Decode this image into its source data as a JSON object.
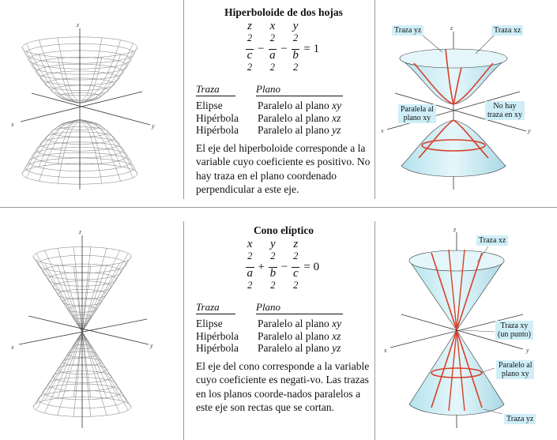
{
  "sections": [
    {
      "title": "Hiperboloide de dos hojas",
      "equation": {
        "t1_num": "z",
        "t1_den": "c",
        "t2_num": "x",
        "t2_den": "a",
        "t3_num": "y",
        "t3_den": "b",
        "exp": "2",
        "op1": "−",
        "op2": "−",
        "rhs": "= 1"
      },
      "trace_header": {
        "col1": "Traza",
        "col2": "Plano"
      },
      "traces": [
        {
          "trace": "Elipse",
          "plane": "Paralelo al plano",
          "var": "xy"
        },
        {
          "trace": "Hipérbola",
          "plane": "Paralelo al plano",
          "var": "xz"
        },
        {
          "trace": "Hipérbola",
          "plane": "Paralelo al plano",
          "var": "yz"
        }
      ],
      "description": "El eje del hiperboloide corresponde a la variable cuyo coeficiente es positivo. No hay traza en el plano coordenado perpendicular a este eje.",
      "axes": {
        "x": "x",
        "y": "y",
        "z": "z"
      },
      "callouts": {
        "yz": "Traza yz",
        "xz": "Traza xz",
        "parallel_xy_1": "Paralela al",
        "parallel_xy_2": "plano xy",
        "notrace_1": "No hay",
        "notrace_2": "traza en xy"
      }
    },
    {
      "title": "Cono elíptico",
      "equation": {
        "t1_num": "x",
        "t1_den": "a",
        "t2_num": "y",
        "t2_den": "b",
        "t3_num": "z",
        "t3_den": "c",
        "exp": "2",
        "op1": "+",
        "op2": "−",
        "rhs": "= 0"
      },
      "trace_header": {
        "col1": "Traza",
        "col2": "Plano"
      },
      "traces": [
        {
          "trace": "Elipse",
          "plane": "Paralelo al plano",
          "var": "xy"
        },
        {
          "trace": "Hipérbola",
          "plane": "Paralelo al plano",
          "var": "xz"
        },
        {
          "trace": "Hipérbola",
          "plane": "Paralelo al plano",
          "var": "yz"
        }
      ],
      "description": "El eje del cono corresponde a la variable cuyo coeficiente es negati-vo. Las trazas en los planos coorde-nados paralelos a este eje son rectas que se cortan.",
      "axes": {
        "x": "x",
        "y": "y",
        "z": "z"
      },
      "callouts": {
        "xz": "Traza xz",
        "point_1": "Traza xy",
        "point_2": "(un punto)",
        "parallel_xy_1": "Paralelo al",
        "parallel_xy_2": "plano xy",
        "yz": "Traza yz"
      }
    }
  ],
  "colors": {
    "surface": "#cfeef7",
    "trace": "#d8402a",
    "mesh": "#777777",
    "rule": "#9a9a9a"
  }
}
